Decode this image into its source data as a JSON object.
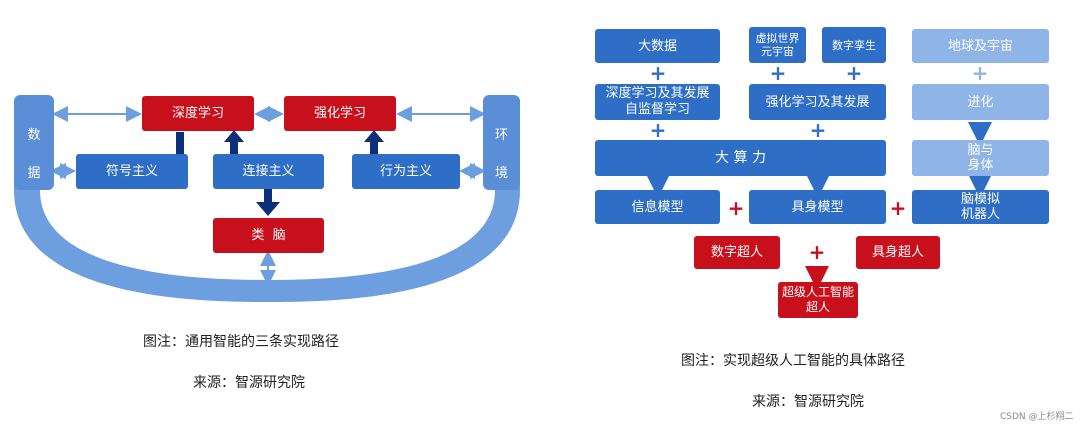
{
  "left": {
    "pillar_left": [
      "数",
      "据"
    ],
    "pillar_right": [
      "环",
      "境"
    ],
    "deep_learning": "深度学习",
    "reinforcement_learning": "强化学习",
    "symbolism": "符号主义",
    "connectionism": "连接主义",
    "behaviorism": "行为主义",
    "brain_like": "类  脑",
    "caption": "图注：通用智能的三条实现路径",
    "source": "来源：智源研究院"
  },
  "right": {
    "big_data": "大数据",
    "virtual_world": "虚拟世界\n元宇宙",
    "digital_twin": "数字孪生",
    "earth_universe": "地球及宇宙",
    "deep_learning_dev": "深度学习及其发展\n自监督学习",
    "rl_dev": "强化学习及其发展",
    "evolution": "进化",
    "compute": "大 算 力",
    "brain_body": "脑与\n身体",
    "info_model": "信息模型",
    "embodied_model": "具身模型",
    "brain_robot": "脑模拟\n机器人",
    "digital_superhuman": "数字超人",
    "embodied_superhuman": "具身超人",
    "agi_superhuman": "超级人工智能\n超人",
    "caption": "图注：实现超级人工智能的具体路径",
    "source": "来源：智源研究院"
  },
  "plus_sign": "+",
  "watermark": "CSDN @上杉翔二",
  "colors": {
    "blue": "#2f6ec7",
    "light_blue": "#8fb4e8",
    "red": "#c8101c",
    "arc": "#6d9ee0",
    "dark_navy": "#0c2f7a"
  }
}
